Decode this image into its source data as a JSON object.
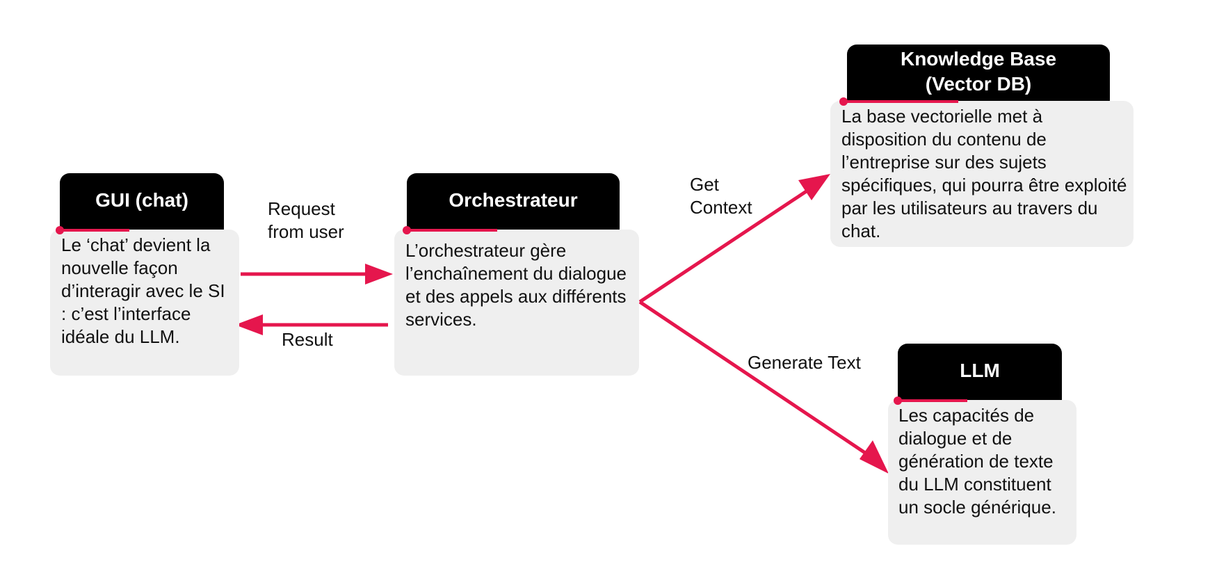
{
  "nodes": {
    "gui": {
      "title": "GUI (chat)",
      "text": "Le ‘chat’ devient la nouvelle façon d’interagir avec le SI : c’est l’interface idéale du LLM."
    },
    "orchestrator": {
      "title": "Orchestrateur",
      "text": "L’orchestrateur gère l’enchaînement du dialogue et des appels aux différents services."
    },
    "knowledge_base": {
      "title_line1": "Knowledge Base",
      "title_line2": "(Vector DB)",
      "text": "La base vectorielle met à disposition du contenu de l’entreprise sur des sujets spécifiques, qui pourra être exploité par les utilisateurs au travers du chat."
    },
    "llm": {
      "title": "LLM",
      "text": "Les capacités de dialogue et de génération de texte du LLM constituent un socle générique."
    }
  },
  "edges": {
    "request": "Request\nfrom user",
    "result": "Result",
    "get_context": "Get\nContext",
    "generate_text": "Generate Text"
  },
  "colors": {
    "accent": "#e5164d",
    "title_bg": "#000000",
    "body_bg": "#efefef"
  }
}
